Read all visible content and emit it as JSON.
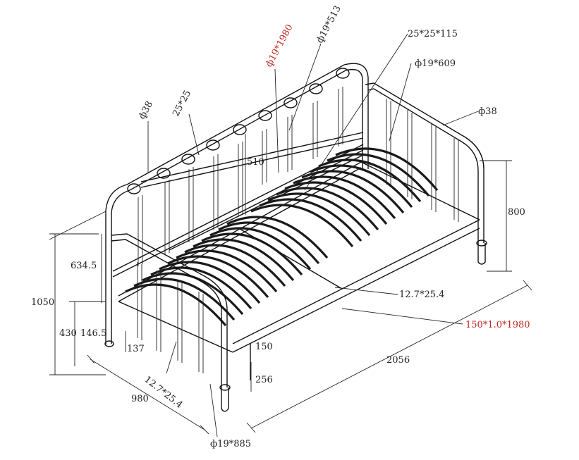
{
  "colors": {
    "line": "#111111",
    "accent_red": "#c0281e"
  },
  "labels": {
    "d38_left": "ф38",
    "sq_25x25": "25*25",
    "tube_1980": "ф19*1980",
    "tube_513": "ф19*513",
    "sq_25x25x115": "25*25*115",
    "tube_609": "ф19*609",
    "d38_right": "ф38",
    "h510": "510",
    "h800": "800",
    "h634_5": "634.5",
    "h1050": "1050",
    "flat_12_7_right": "12.7*25.4",
    "flat_150x1980": "150*1.0*1980",
    "h430": "430",
    "h146_5": "146.5",
    "h137": "137",
    "h150": "150",
    "l2056": "2056",
    "h256": "256",
    "flat_12_7_left": "12.7*25.4",
    "w980": "980",
    "tube_885": "ф19*885"
  }
}
